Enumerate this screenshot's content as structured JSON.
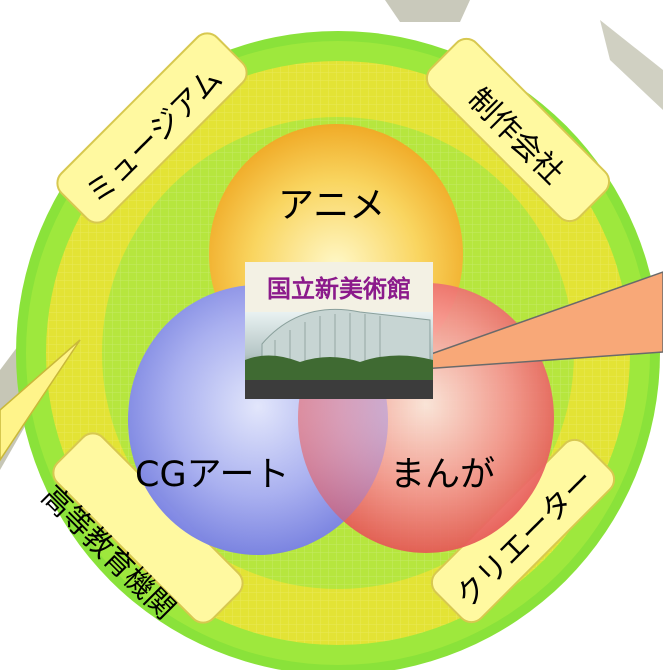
{
  "diagram": {
    "outer_labels": {
      "museum": "ミュージアム",
      "production_company": "制作会社",
      "higher_education": "高等教育機関",
      "creator": "クリエーター"
    },
    "circles": {
      "anime": "アニメ",
      "cg_art": "CGアート",
      "manga": "まんが"
    },
    "center": {
      "title": "国立新美術館"
    }
  },
  "colors": {
    "outer_ring": "#8ae23a",
    "inner_disk": "#e8e634",
    "anime_circle": "#f5b52a",
    "cg_circle": "#8c93ea",
    "manga_circle": "#f06a6a",
    "label_box": "#fff9a0",
    "museum_title": "#8b1a8b"
  }
}
